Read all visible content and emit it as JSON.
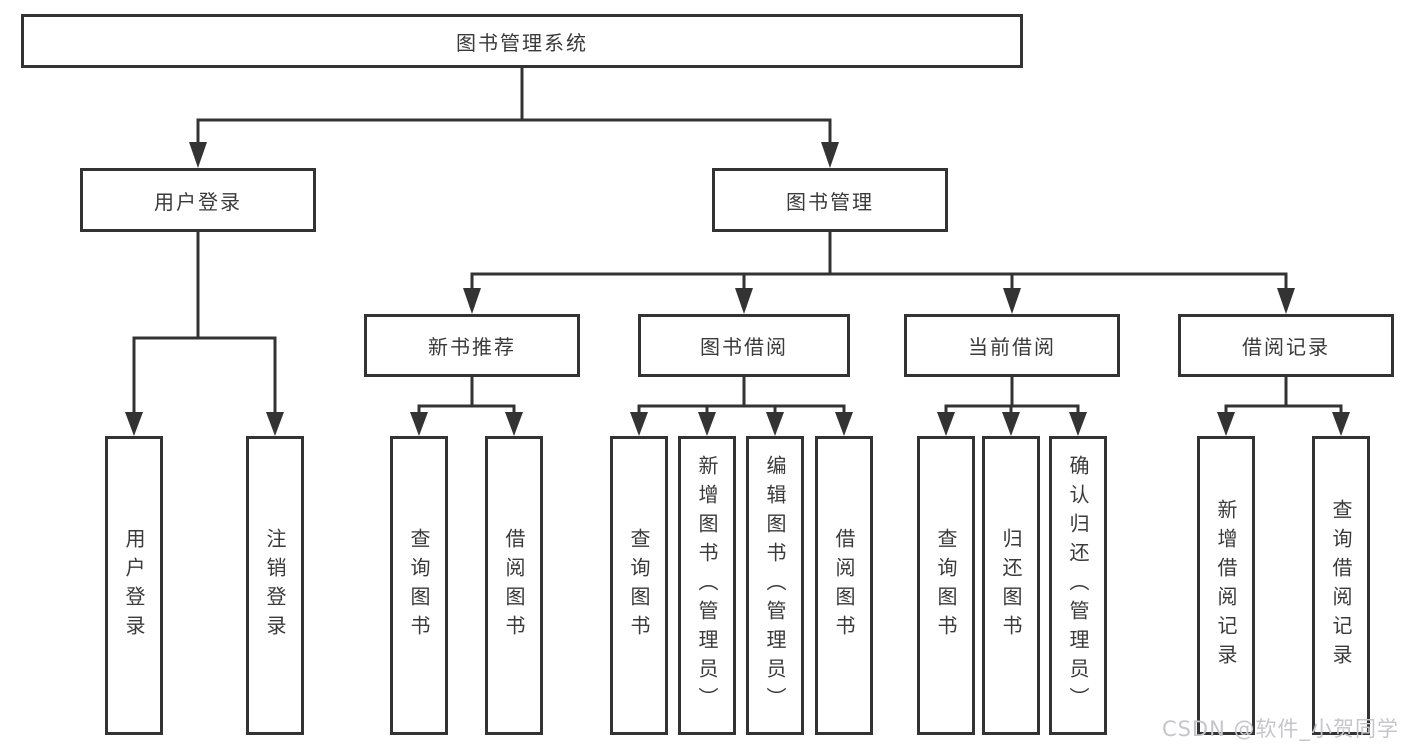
{
  "diagram": {
    "root": "图书管理系统",
    "level1": [
      {
        "label": "用户登录",
        "children": [
          "用户登录",
          "注销登录"
        ]
      },
      {
        "label": "图书管理",
        "children": [
          {
            "label": "新书推荐",
            "children": [
              "查询图书",
              "借阅图书"
            ]
          },
          {
            "label": "图书借阅",
            "children": [
              "查询图书",
              "新增图书（管理员）",
              "编辑图书（管理员）",
              "借阅图书"
            ]
          },
          {
            "label": "当前借阅",
            "children": [
              "查询图书",
              "归还图书",
              "确认归还（管理员）"
            ]
          },
          {
            "label": "借阅记录",
            "children": [
              "新增借阅记录",
              "查询借阅记录"
            ]
          }
        ]
      }
    ]
  },
  "watermark": "CSDN @软件_小贺同学",
  "colors": {
    "line": "#333333",
    "box_border": "#333333",
    "text": "#3a3a3a",
    "background": "#ffffff",
    "watermark": "#c6c6ca"
  }
}
